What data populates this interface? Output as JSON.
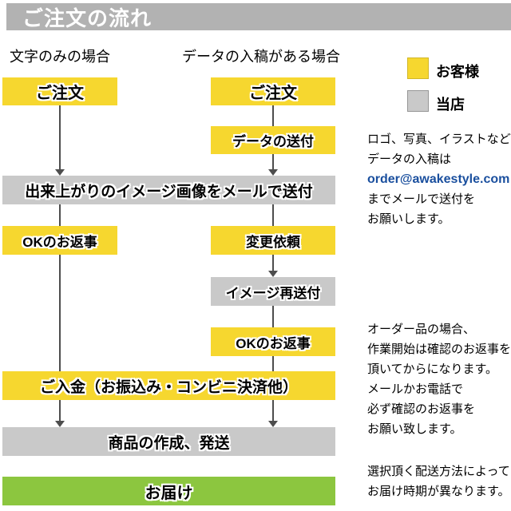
{
  "page": {
    "title": "ご注文の流れ"
  },
  "columns": {
    "left_label": "文字のみの場合",
    "right_label": "データの入稿がある場合"
  },
  "legend": {
    "customer_label": "お客様",
    "shop_label": "当店"
  },
  "flow": {
    "boxes": {
      "order_left": "ご注文",
      "order_right": "ご注文",
      "data_send": "データの送付",
      "image_mail": "出来上がりのイメージ画像をメールで送付",
      "ok_reply_left": "OKのお返事",
      "change_request": "変更依頼",
      "image_resend": "イメージ再送付",
      "ok_reply_right": "OKのお返事",
      "payment": "ご入金（お振込み・コンビニ決済他）",
      "production_ship": "商品の作成、発送",
      "delivery": "お届け"
    }
  },
  "notes": {
    "data_note": {
      "lines": [
        "ロゴ、写真、イラストなど",
        "データの入稿は"
      ],
      "email": "order@awakestyle.com",
      "lines2": [
        "までメールで送付を",
        "お願いします。"
      ]
    },
    "confirm_note": {
      "lines": [
        "オーダー品の場合、",
        "作業開始は確認のお返事を",
        "頂いてからになります。",
        "メールかお電話で",
        "必ず確認のお返事を",
        "お願い致します。"
      ]
    },
    "delivery_note": {
      "lines": [
        "選択頂く配送方法によって",
        "お届け時期が異なります。"
      ]
    }
  },
  "colors": {
    "customer_yellow": "#f6d72f",
    "shop_gray": "#c9c9c9",
    "delivery_green": "#8cc63f",
    "header_gray": "#b2b2b2",
    "email_blue": "#1a4f9e",
    "line_color": "#4d4d4d"
  }
}
